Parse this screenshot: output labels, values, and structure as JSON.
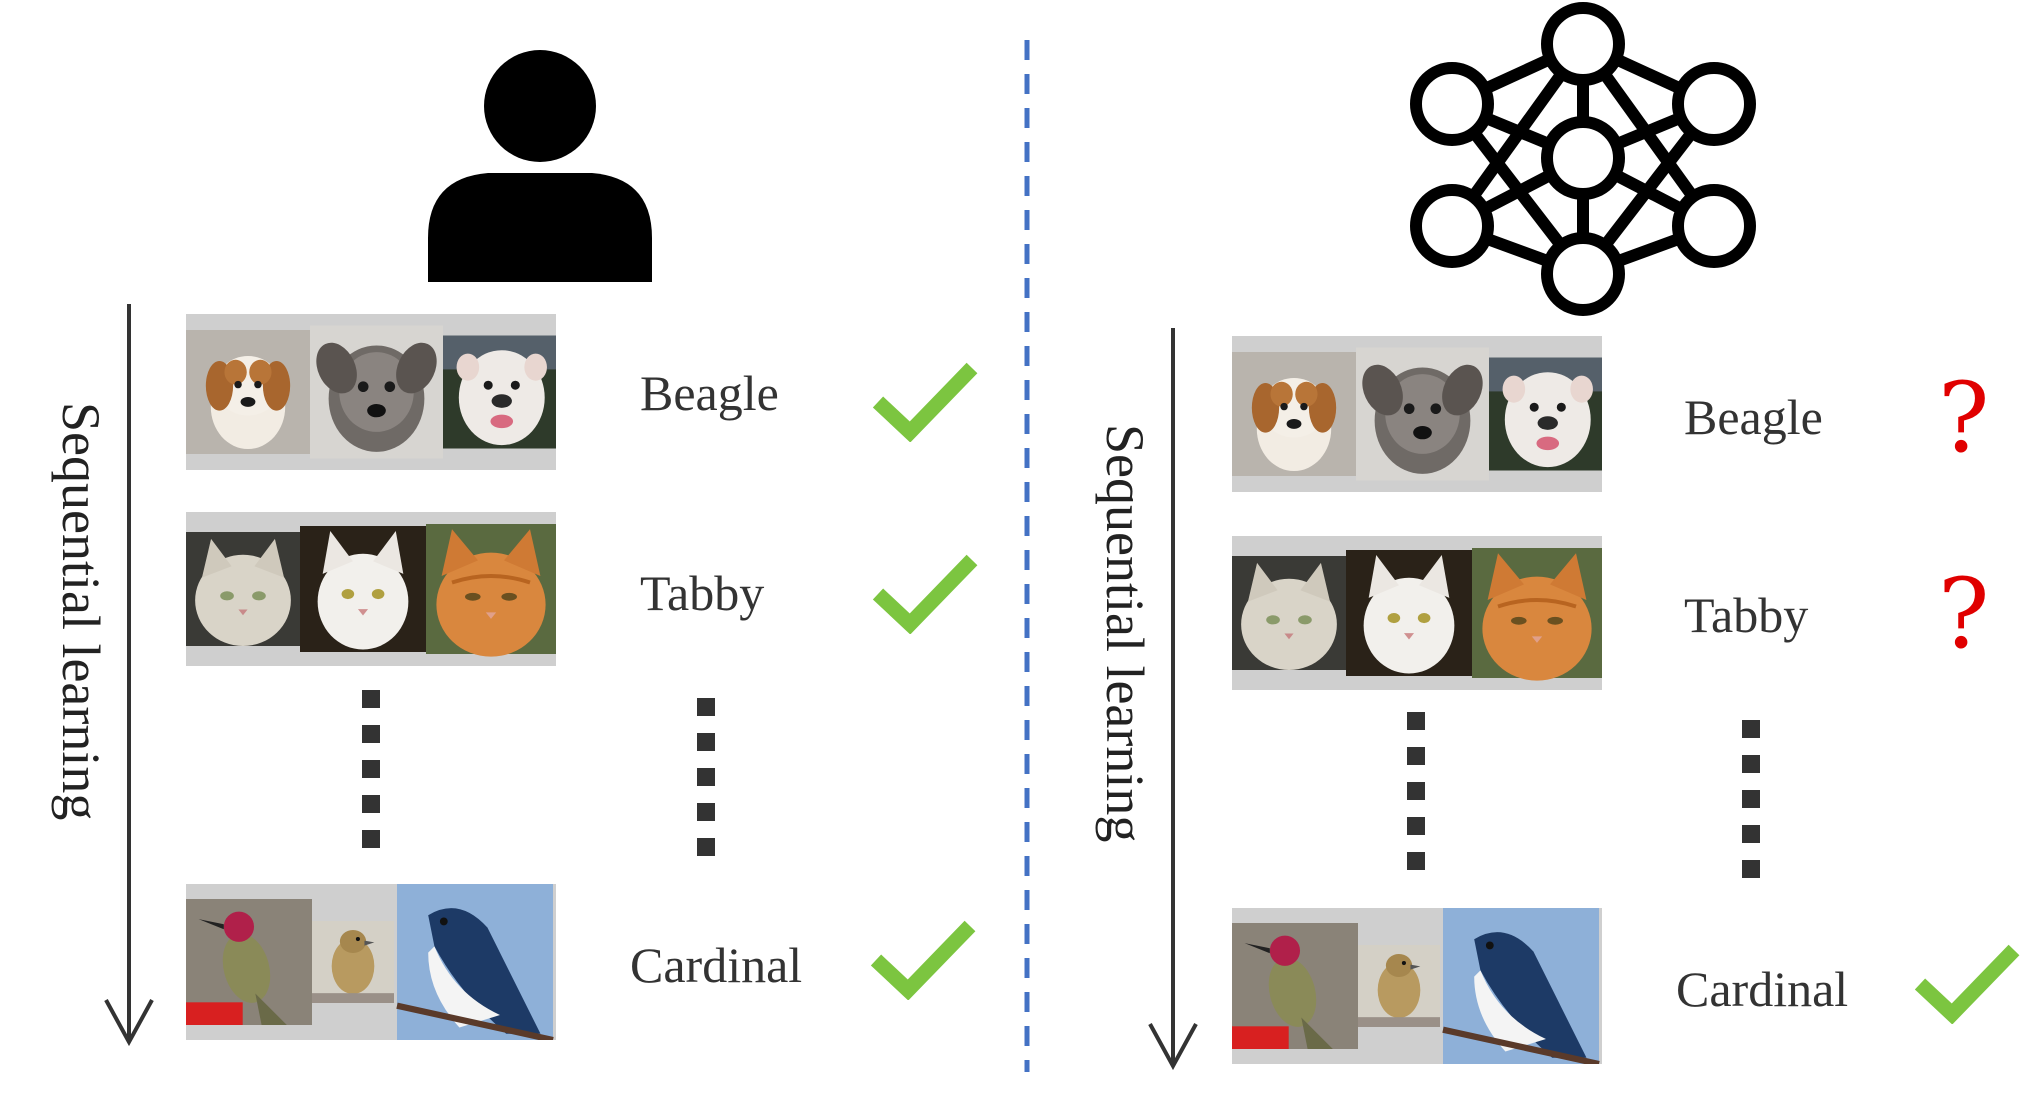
{
  "colors": {
    "check": "#7cc540",
    "question": "#e00000",
    "divider": "#4472c4",
    "icon": "#000000",
    "arrow": "#333333"
  },
  "left_panel": {
    "icon": "person-icon",
    "axis_label": "Sequential learning",
    "rows": [
      {
        "label": "Beagle",
        "status_icon": "check-icon",
        "images": [
          "beagle-dog",
          "gray-dog",
          "white-bulldog"
        ]
      },
      {
        "label": "Tabby",
        "status_icon": "check-icon",
        "images": [
          "cream-cat",
          "white-cat",
          "orange-cat"
        ]
      },
      {
        "label": "Cardinal",
        "status_icon": "check-icon",
        "images": [
          "hummingbird",
          "sparrow",
          "swallow"
        ]
      }
    ]
  },
  "right_panel": {
    "icon": "neural-network-icon",
    "axis_label": "Sequential learning",
    "rows": [
      {
        "label": "Beagle",
        "status_icon": "question-icon",
        "status_text": "?",
        "images": [
          "beagle-dog",
          "gray-dog",
          "white-bulldog"
        ]
      },
      {
        "label": "Tabby",
        "status_icon": "question-icon",
        "status_text": "?",
        "images": [
          "cream-cat",
          "white-cat",
          "orange-cat"
        ]
      },
      {
        "label": "Cardinal",
        "status_icon": "check-icon",
        "images": [
          "hummingbird",
          "sparrow",
          "swallow"
        ]
      }
    ]
  }
}
